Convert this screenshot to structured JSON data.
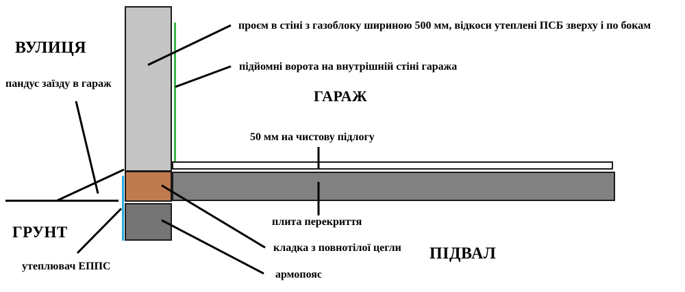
{
  "diagram": {
    "zones": {
      "street": "ВУЛИЦЯ",
      "garage": "ГАРАЖ",
      "basement": "ПІДВАЛ",
      "soil": "ГРУНТ"
    },
    "annotations": {
      "opening": "проєм в стіні з газоблоку шириною 500 мм, відкоси утеплені ПСБ зверху і по бокам",
      "gate": "підйомні ворота на внутрішній стіні гаража",
      "ramp": "пандус заїзду в гараж",
      "screed": "50 мм на чистову підлогу",
      "slab": "плита перекриття",
      "brick": "кладка з повнотілої цегли",
      "armobelt": "армопояс",
      "insulation": "утеплювач ЕППС"
    },
    "colors": {
      "wall_fill": "#c4c4c4",
      "screed_fill": "#ffffff",
      "slab_fill": "#818181",
      "basement_fill": "#757575",
      "brick_fill": "#bf7a50",
      "gate_line": "#3ab54a",
      "insulation_line": "#29abe2",
      "outline": "#1a1a1a"
    }
  }
}
